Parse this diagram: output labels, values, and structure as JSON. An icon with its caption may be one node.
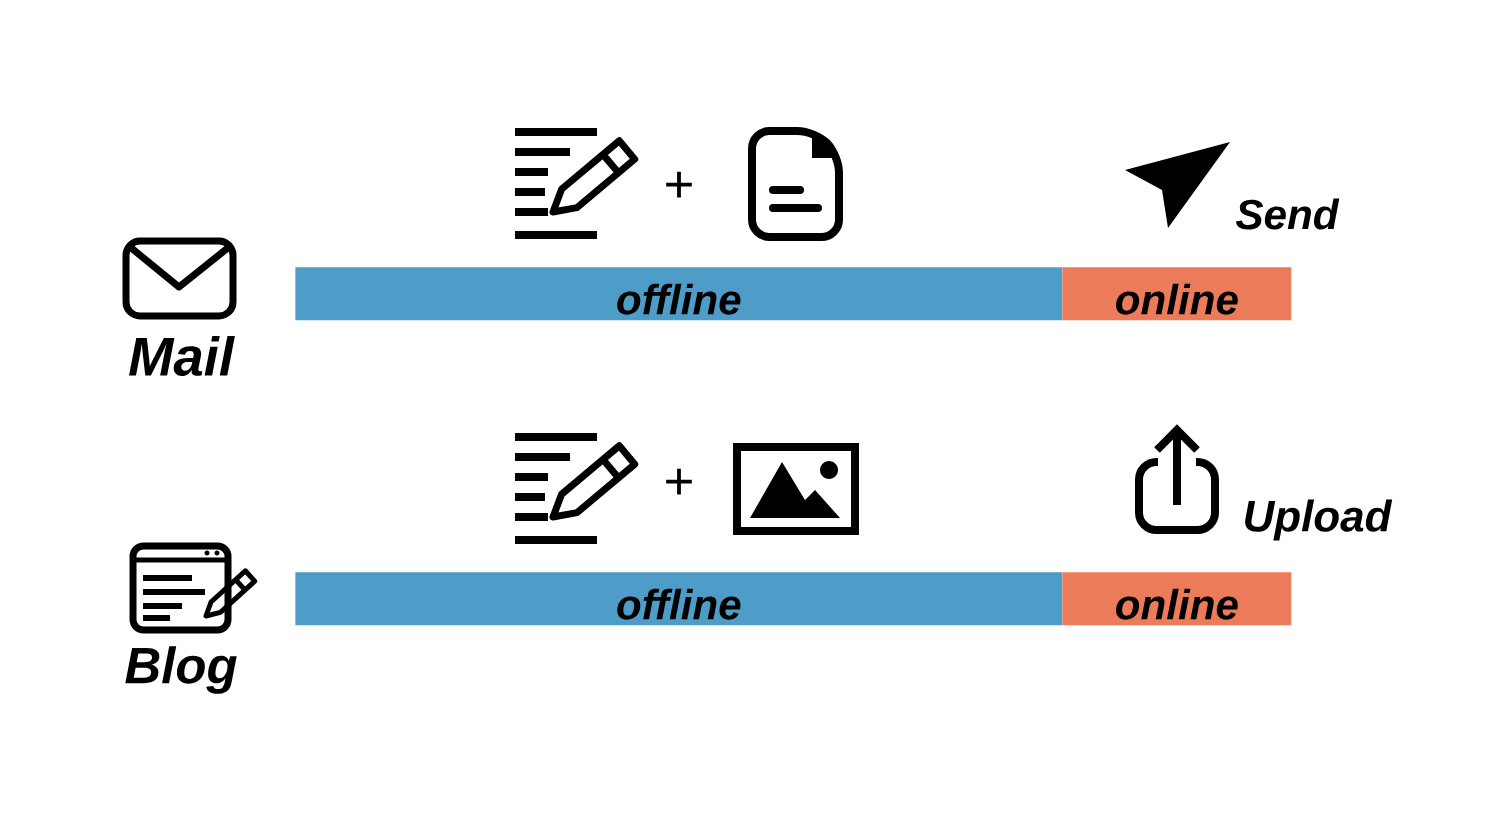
{
  "diagram": {
    "nodes": [
      {
        "text": [
          "offline"
        ]
      },
      {
        "text": [
          "online"
        ]
      },
      {
        "text": [
          "offline"
        ]
      },
      {
        "text": [
          "online"
        ]
      }
    ],
    "labels": [
      "+",
      "Send",
      "Mail",
      "+",
      "Upload",
      "Blog"
    ]
  }
}
